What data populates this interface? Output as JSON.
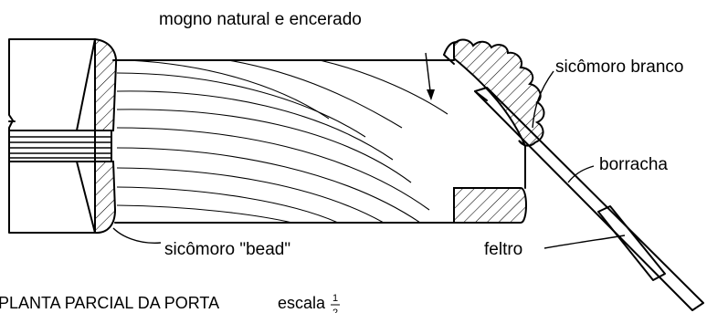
{
  "labels": {
    "mahogany": "mogno natural e encerado",
    "sycamore_white": "sicômoro branco",
    "rubber": "borracha",
    "felt": "feltro",
    "sycamore_bead": "sicômoro \"bead\""
  },
  "caption": {
    "title": "PLANTA PARCIAL DA PORTA",
    "scale_label": "escala",
    "scale_num": "1",
    "scale_den": "2"
  }
}
